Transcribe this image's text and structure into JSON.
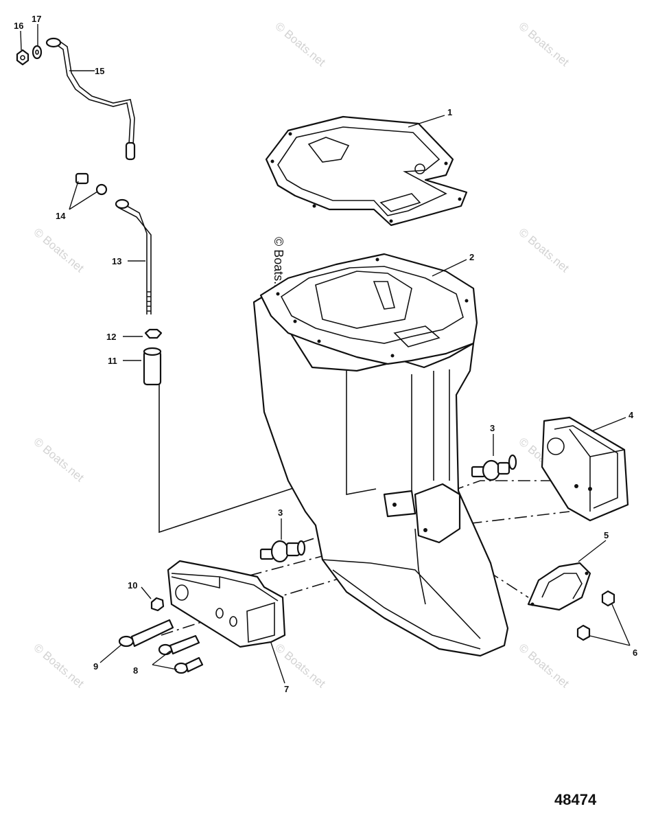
{
  "diagram": {
    "figure_number": "48474",
    "watermark": "© Boats.net",
    "callouts": {
      "c1": "1",
      "c2": "2",
      "c3a": "3",
      "c3b": "3",
      "c4": "4",
      "c5": "5",
      "c6": "6",
      "c7": "7",
      "c8": "8",
      "c9": "9",
      "c10": "10",
      "c11": "11",
      "c12": "12",
      "c13": "13",
      "c14": "14",
      "c15": "15",
      "c16": "16",
      "c17": "17"
    }
  }
}
